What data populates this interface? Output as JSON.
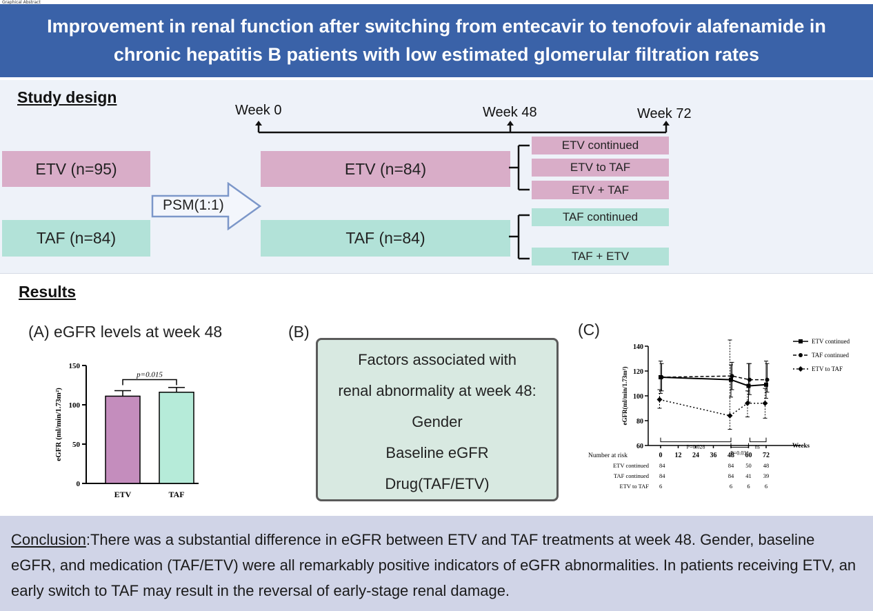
{
  "corner_label": "Graphical Abstract",
  "header": {
    "title_line1": "Improvement in renal function after switching from entecavir to tenofovir alafenamide in",
    "title_line2": "chronic hepatitis B patients with low estimated glomerular filtration rates"
  },
  "study_design": {
    "title": "Study design",
    "timeline": {
      "week0": "Week 0",
      "week48": "Week 48",
      "week72": "Week 72"
    },
    "left_etv": "ETV (n=95)",
    "left_taf": "TAF (n=84)",
    "psm": "PSM(1:1)",
    "mid_etv": "ETV (n=84)",
    "mid_taf": "TAF (n=84)",
    "branches_etv": [
      "ETV continued",
      "ETV to TAF",
      "ETV + TAF"
    ],
    "branches_taf": [
      "TAF continued",
      "TAF + ETV"
    ]
  },
  "results": {
    "title": "Results",
    "panel_a": "(A) eGFR levels at week 48",
    "panel_b_label": "(B)",
    "panel_c_label": "(C)",
    "factors": [
      "Factors associated with",
      "renal abnormality at week 48:",
      "Gender",
      "Baseline eGFR",
      "Drug(TAF/ETV)"
    ]
  },
  "conclusion": {
    "label": "Conclusion",
    "text": ":There was a substantial difference in eGFR between ETV and TAF treatments at week 48. Gender, baseline eGFR, and medication (TAF/ETV) were all remarkably positive indicators of eGFR abnormalities. In patients receiving ETV, an early switch to TAF may result in the reversal of early-stage renal damage."
  },
  "colors": {
    "header": "#3a62a8",
    "etv_pink": "#d9adc8",
    "taf_teal": "#b2e2d8",
    "bar_etv": "#c48dbd",
    "bar_taf": "#b6ebd9"
  },
  "chart_data": [
    {
      "type": "bar",
      "title": "",
      "categories": [
        "ETV",
        "TAF"
      ],
      "values": [
        111,
        116
      ],
      "error_upper": [
        118,
        122
      ],
      "ylabel": "eGFR (ml/min/1.73m²)",
      "ylim": [
        0,
        150
      ],
      "yticks": [
        0,
        50,
        100,
        150
      ],
      "annotation": "p=0.015",
      "colors": [
        "#c48dbd",
        "#b6ebd9"
      ]
    },
    {
      "type": "line",
      "x": [
        0,
        48,
        60,
        72
      ],
      "xticks": [
        0,
        12,
        24,
        36,
        48,
        60,
        72
      ],
      "xlabel": "Weeks",
      "ylabel": "eGFR(ml/min/1.73m²)",
      "ylim": [
        60,
        140
      ],
      "yticks": [
        60,
        80,
        100,
        120,
        140
      ],
      "series": [
        {
          "name": "ETV continued",
          "values": [
            115,
            113,
            108,
            109
          ],
          "err_low": [
            102,
            99,
            95,
            98
          ],
          "err_high": [
            128,
            125,
            126,
            128
          ]
        },
        {
          "name": "TAF continued",
          "values": [
            115,
            116,
            113,
            113
          ],
          "err_low": [
            104,
            105,
            101,
            103
          ],
          "err_high": [
            126,
            127,
            126,
            126
          ]
        },
        {
          "name": "ETV to TAF",
          "values": [
            97,
            84,
            94,
            94
          ],
          "err_low": [
            90,
            73,
            83,
            82
          ],
          "err_high": [
            105,
            145,
            104,
            106
          ]
        }
      ],
      "legend_position": "top-right",
      "annotations": [
        "P=0.028",
        "P=0.031",
        "ns"
      ],
      "number_at_risk": {
        "label": "Number at risk",
        "rows": [
          {
            "name": "ETV continued",
            "values": [
              "84",
              "84",
              "50",
              "48"
            ]
          },
          {
            "name": "TAF continued",
            "values": [
              "84",
              "84",
              "41",
              "39"
            ]
          },
          {
            "name": "ETV to TAF",
            "values": [
              "6",
              "6",
              "6",
              "6"
            ]
          }
        ]
      }
    }
  ]
}
